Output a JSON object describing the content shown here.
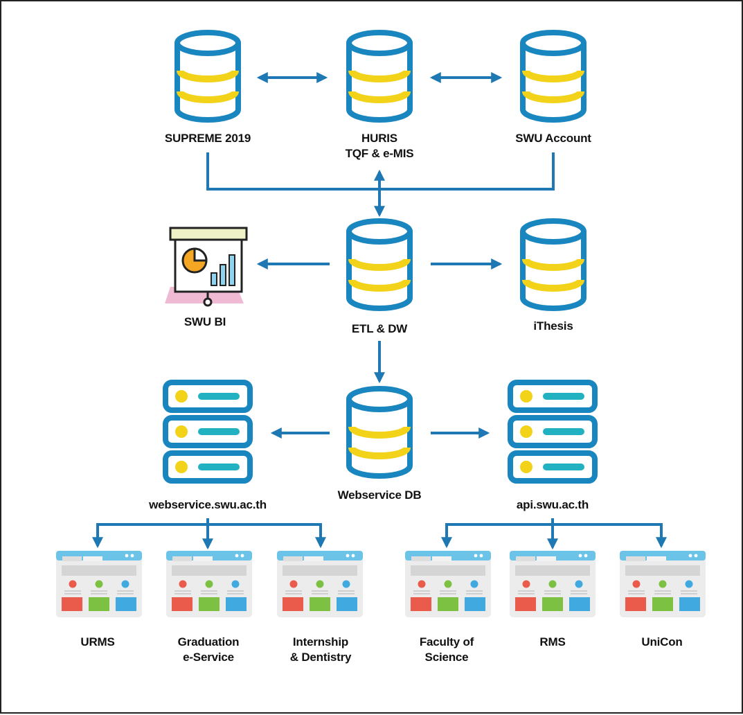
{
  "colors": {
    "arrow": "#1e78b4",
    "db_outline": "#1a86c0",
    "db_band": "#f2d31a",
    "server_outline": "#1a86c0",
    "server_dot": "#f2d31a",
    "server_bar": "#22b1c0",
    "browser_bar": "#6cc3e8",
    "red": "#eb5b4b",
    "green": "#7dc142",
    "blue": "#3fa9e0"
  },
  "nodes": {
    "supreme": {
      "label": "SUPREME 2019",
      "icon": "database-icon"
    },
    "huris": {
      "label": "HURIS\nTQF & e-MIS",
      "icon": "database-icon"
    },
    "swu_account": {
      "label": "SWU Account",
      "icon": "database-icon"
    },
    "swu_bi": {
      "label": "SWU BI",
      "icon": "presentation-chart-icon"
    },
    "etl_dw": {
      "label": "ETL & DW",
      "icon": "database-icon"
    },
    "ithesis": {
      "label": "iThesis",
      "icon": "database-icon"
    },
    "webservice_host": {
      "label": "webservice.swu.ac.th",
      "icon": "server-icon"
    },
    "webservice_db": {
      "label": "Webservice DB",
      "icon": "database-icon"
    },
    "api_host": {
      "label": "api.swu.ac.th",
      "icon": "server-icon"
    },
    "urms": {
      "label": "URMS",
      "icon": "web-app-icon"
    },
    "graduation": {
      "label": "Graduation\ne-Service",
      "icon": "web-app-icon"
    },
    "internship": {
      "label": "Internship\n& Dentistry",
      "icon": "web-app-icon"
    },
    "science": {
      "label": "Faculty of\nScience",
      "icon": "web-app-icon"
    },
    "rms": {
      "label": "RMS",
      "icon": "web-app-icon"
    },
    "unicon": {
      "label": "UniCon",
      "icon": "web-app-icon"
    }
  }
}
